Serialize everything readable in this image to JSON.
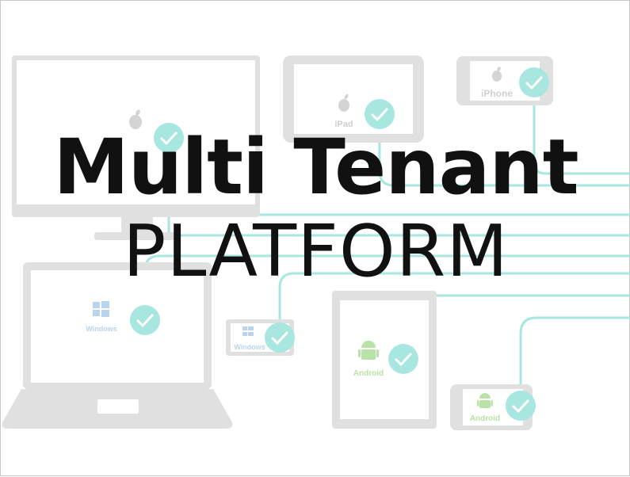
{
  "title": {
    "line1": "Multi Tenant",
    "line2": "PLATFORM"
  },
  "devices": {
    "ipad_label": "iPad",
    "iphone_label": "iPhone",
    "laptop_label": "Windows",
    "windows_phone_label": "Windows",
    "android_tablet_label": "Android",
    "android_phone_label": "Android"
  },
  "colors": {
    "device": "#e0e0e0",
    "screen": "#ffffff",
    "accent": "#a8e6e0",
    "check": "#ffffff",
    "android": "#b9e2a8",
    "windows": "#b8d4ee",
    "apple": "#d4d4d4",
    "title": "#111111"
  }
}
